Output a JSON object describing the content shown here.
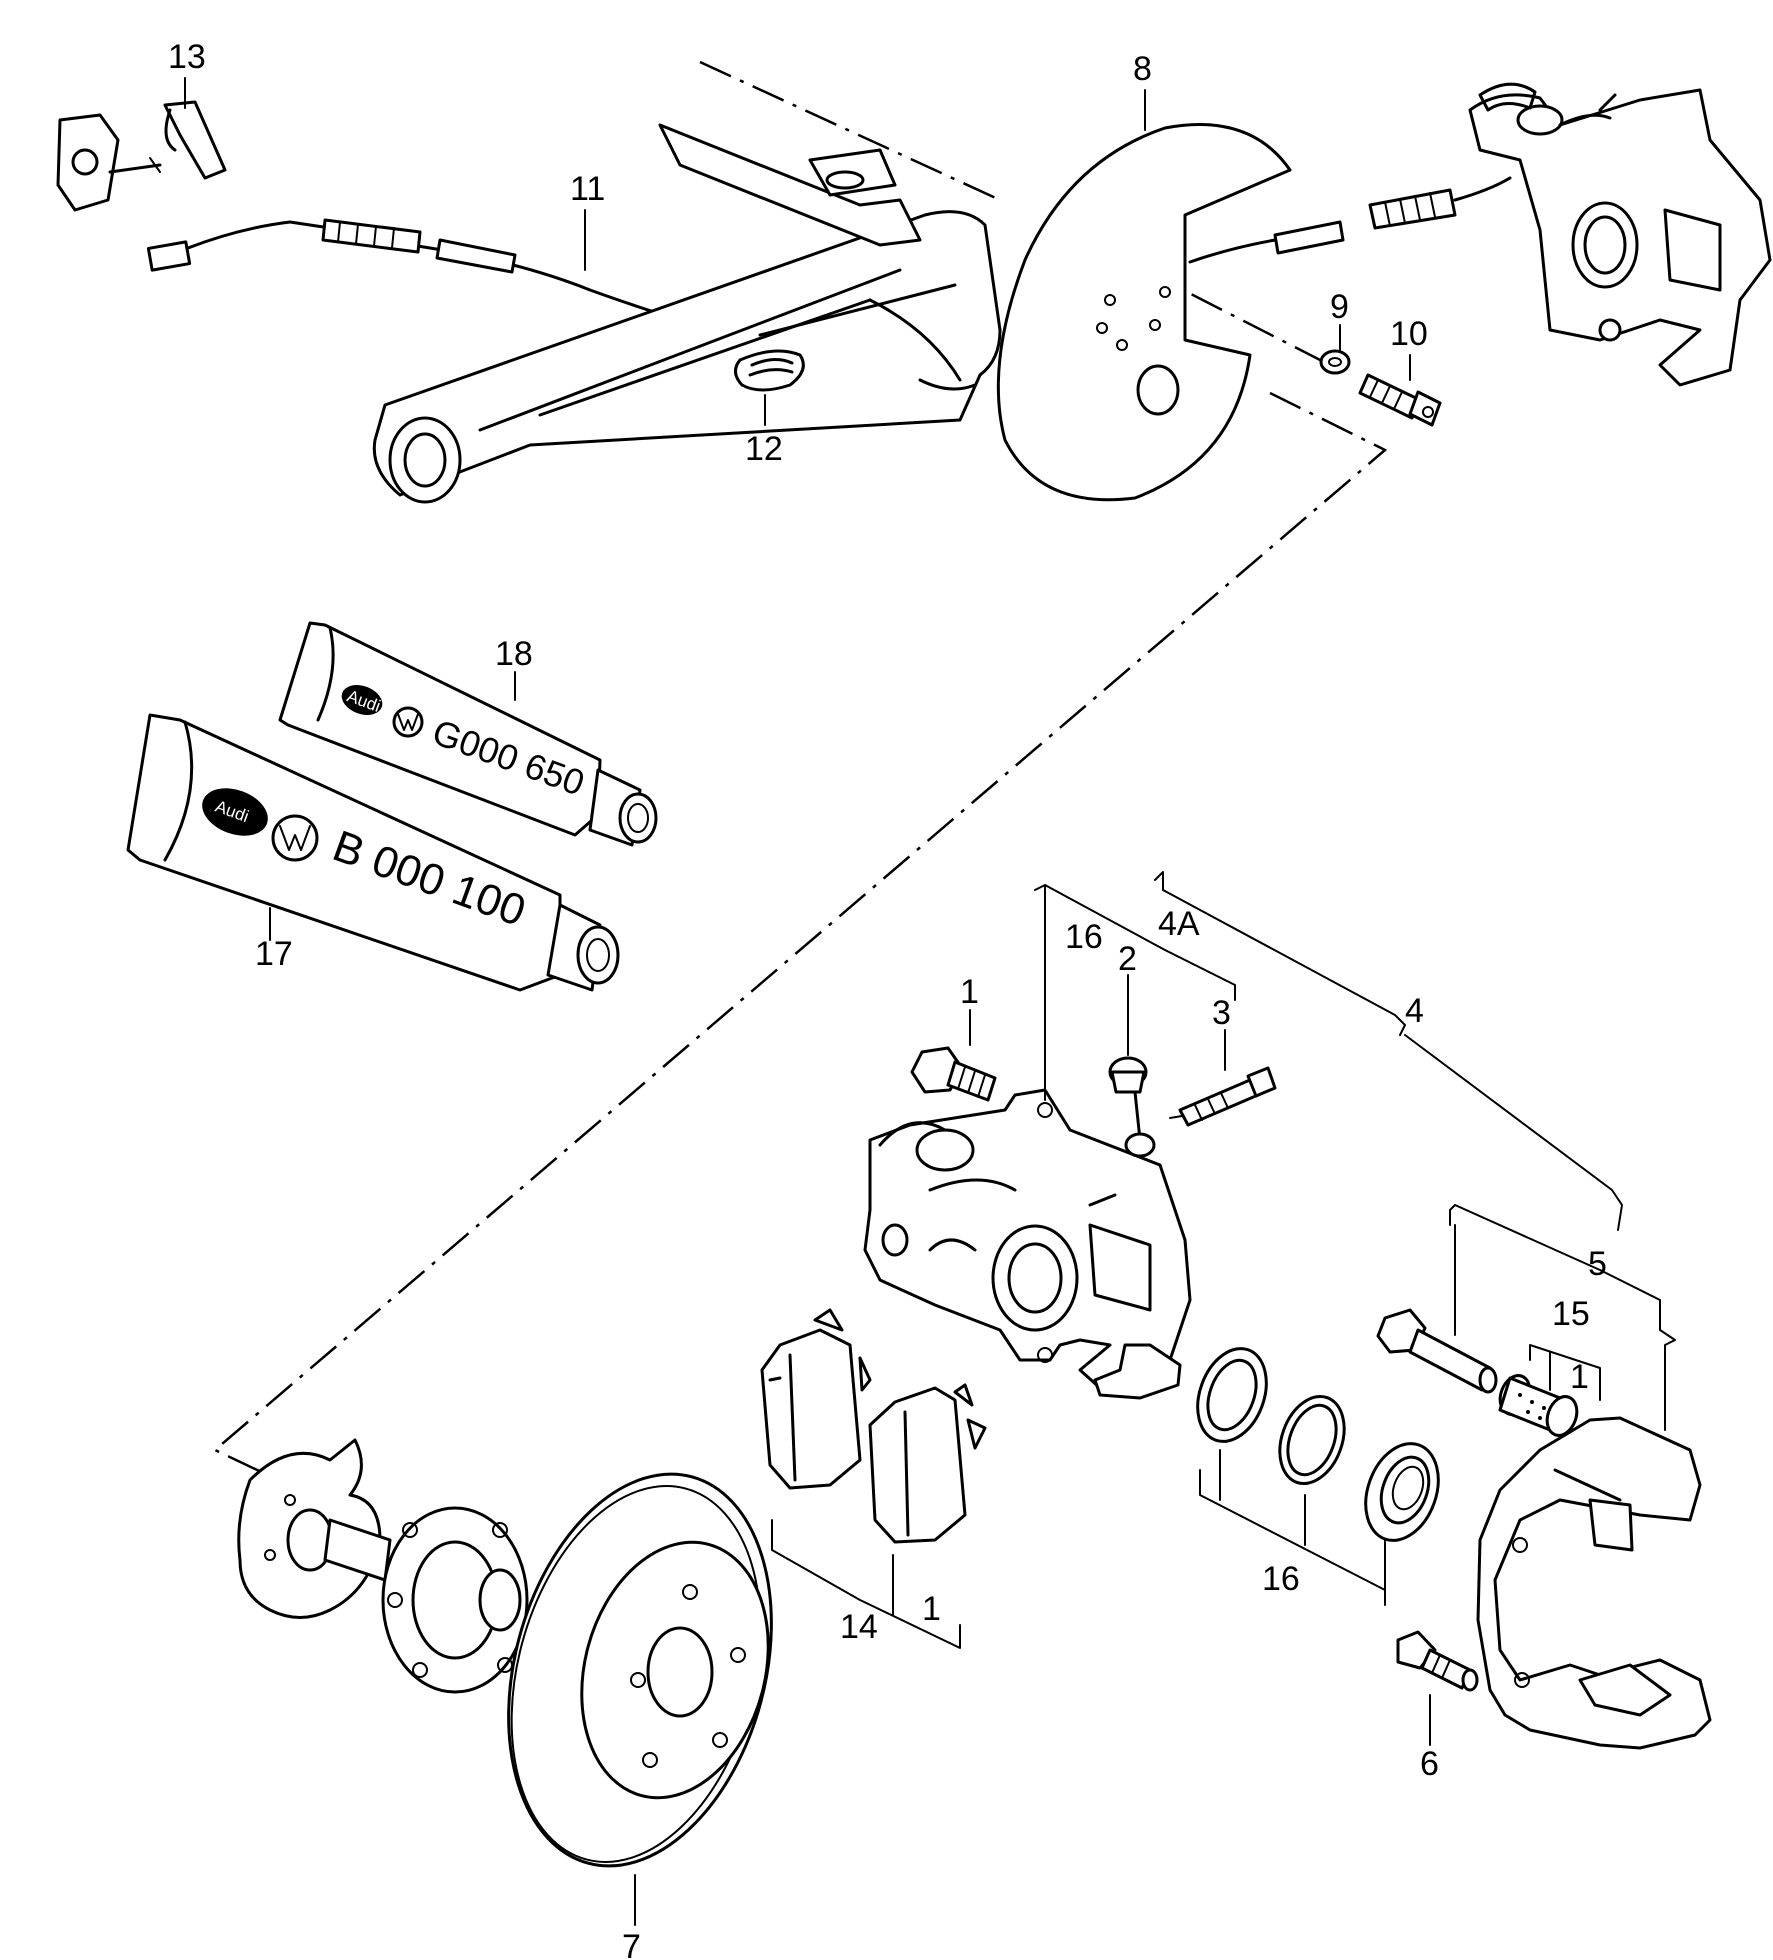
{
  "callouts": {
    "c1a": "1",
    "c1b": "1",
    "c1c": "1",
    "c2": "2",
    "c3": "3",
    "c4": "4",
    "c4a": "4A",
    "c5": "5",
    "c6": "6",
    "c7": "7",
    "c8": "8",
    "c9": "9",
    "c10": "10",
    "c11": "11",
    "c12": "12",
    "c13": "13",
    "c14": "14",
    "c15": "15",
    "c16a": "16",
    "c16b": "16",
    "c17": "17",
    "c18": "18"
  },
  "tubes": {
    "t18_code": "G000 650",
    "t17_code": "B 000 100",
    "logo_brand": "Audi"
  },
  "icons": [
    "vw-logo-icon",
    "audi-logo-icon"
  ]
}
